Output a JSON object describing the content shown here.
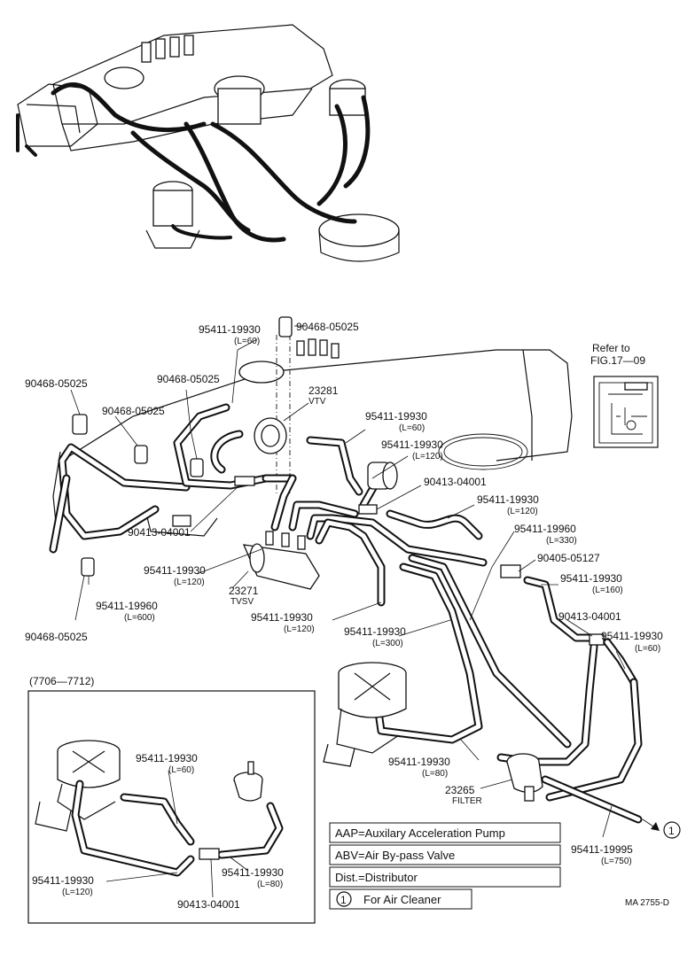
{
  "labels": {
    "refer": "Refer to",
    "refer_fig": "FIG.17—09",
    "inset_title": "(7706—7712)",
    "drawing_no": "MA 2755-D",
    "vtv_num": "23281",
    "vtv_name": "VTV",
    "tvsv_num": "23271",
    "tvsv_name": "TVSV",
    "filter_num": "23265",
    "filter_name": "FILTER",
    "circle_1": "1"
  },
  "parts": {
    "p90468_top": "90468-05025",
    "p95411_19930_top": "95411-19930",
    "p95411_19930_top_l": "(L=60)",
    "p90468_left": "90468-05025",
    "p90468_mid": "90468-05025",
    "p90468_mid2": "90468-05025",
    "p95411_right1": "95411-19930",
    "p95411_right1_l": "(L=60)",
    "p95411_right2": "95411-19930",
    "p95411_right2_l": "(L=120)",
    "p90413_right": "90413-04001",
    "p95411_right3": "95411-19930",
    "p95411_right3_l": "(L=120)",
    "p90413_left": "90413-04001",
    "p95411_tvsv": "95411-19930",
    "p95411_tvsv_l": "(L=120)",
    "p95411_19960_left": "95411-19960",
    "p95411_19960_left_l": "(L=600)",
    "p90468_bottom": "90468-05025",
    "p95411_19960_right": "95411-19960",
    "p95411_19960_right_l": "(L=330)",
    "p90405": "90405-05127",
    "p95411_160": "95411-19930",
    "p95411_160_l": "(L=160)",
    "p95411_center_120": "95411-19930",
    "p95411_center_120_l": "(L=120)",
    "p95411_300": "95411-19930",
    "p95411_300_l": "(L=300)",
    "p90413_lower": "90413-04001",
    "p95411_60_lower": "95411-19930",
    "p95411_60_lower_l": "(L=60)",
    "p95411_80": "95411-19930",
    "p95411_80_l": "(L=80)",
    "p95411_19995": "95411-19995",
    "p95411_19995_l": "(L=750)",
    "inset_95411_a": "95411-19930",
    "inset_95411_a_l": "(L=60)",
    "inset_95411_b": "95411-19930",
    "inset_95411_b_l": "(L=120)",
    "inset_95411_c": "95411-19930",
    "inset_95411_c_l": "(L=80)",
    "inset_90413": "90413-04001"
  },
  "legend": {
    "aap": "AAP=Auxilary Acceleration Pump",
    "abv": "ABV=Air By-pass Valve",
    "dist": "Dist.=Distributor",
    "air_cleaner": "For Air Cleaner"
  }
}
